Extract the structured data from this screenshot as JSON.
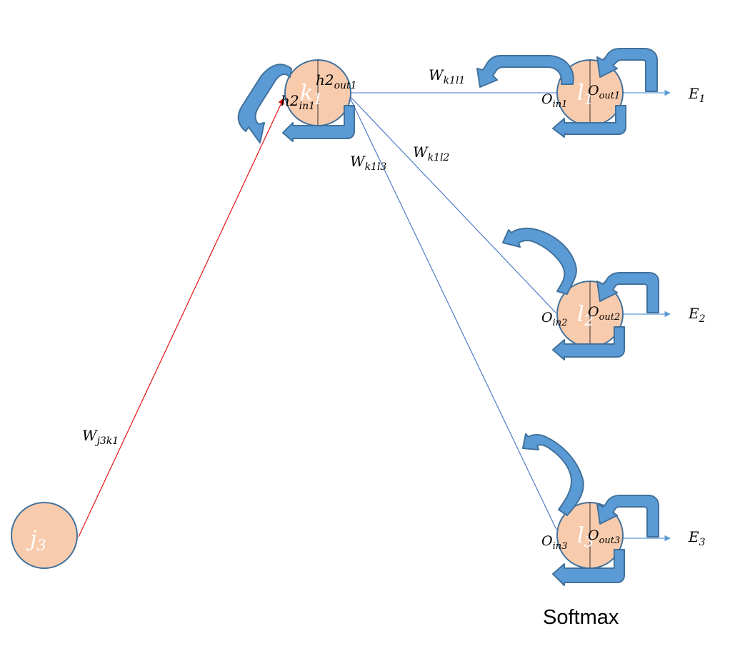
{
  "nodes": {
    "j3": {
      "base": "j",
      "sub": "3"
    },
    "k1": {
      "base": "k",
      "sub": "1"
    },
    "l1": {
      "base": "l",
      "sub": "1"
    },
    "l2": {
      "base": "l",
      "sub": "2"
    },
    "l3": {
      "base": "l",
      "sub": "3"
    }
  },
  "terms": {
    "h2_in1": {
      "base": "h2",
      "sub": "in1"
    },
    "h2_out1": {
      "base": "h2",
      "sub": "out1"
    },
    "o_in1": {
      "base": "O",
      "sub": "in1"
    },
    "o_out1": {
      "base": "O",
      "sub": "out1"
    },
    "o_in2": {
      "base": "O",
      "sub": "in2"
    },
    "o_out2": {
      "base": "O",
      "sub": "out2"
    },
    "o_in3": {
      "base": "O",
      "sub": "in3"
    },
    "o_out3": {
      "base": "O",
      "sub": "out3"
    }
  },
  "weights": {
    "j3k1": {
      "base": "W",
      "sub": "j3k1"
    },
    "k1l1": {
      "base": "W",
      "sub": "k1l1"
    },
    "k1l2": {
      "base": "W",
      "sub": "k1l2"
    },
    "k1l3": {
      "base": "W",
      "sub": "k1l3"
    }
  },
  "errors": {
    "e1": {
      "base": "E",
      "sub": "1"
    },
    "e2": {
      "base": "E",
      "sub": "2"
    },
    "e3": {
      "base": "E",
      "sub": "3"
    }
  },
  "caption": "Softmax",
  "colors": {
    "node_fill": "#f8cbad",
    "node_stroke": "#41719c",
    "edge": "#4472c4",
    "highlight_edge": "#e00000",
    "curl_arrow": "#5b9bd5"
  }
}
